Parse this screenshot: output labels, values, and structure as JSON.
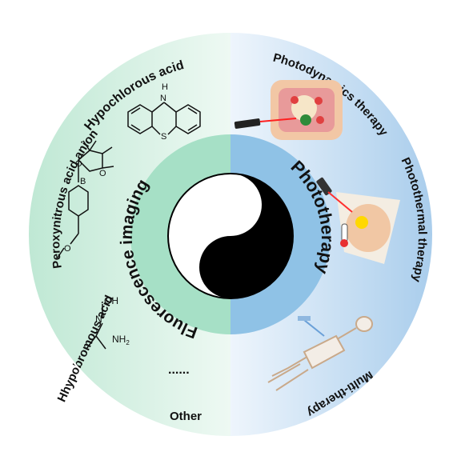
{
  "left": {
    "center_title": "Fluorescence imaging",
    "analytes": [
      "Hypochlorous acid",
      "Peroxynitrous acid anion",
      "Hhypobromous acid",
      "Other"
    ],
    "ellipsis": "......"
  },
  "right": {
    "center_title": "Phototherapy",
    "therapies": [
      "Photodynamics therapy",
      "Photothermal therapy",
      "Multi-therapy"
    ]
  },
  "chem_labels": {
    "phenothiazine_h": "H",
    "phenothiazine_n": "N",
    "phenothiazine_s": "S",
    "boronate_b": "B",
    "boronate_o1": "O",
    "boronate_o2": "O",
    "methoxy_o": "O",
    "oxime_oh": "OH",
    "oxime_n": "N",
    "amide_nh2": "NH",
    "amide_sub": "2"
  },
  "colors": {
    "left_bg": "#d8f1e5",
    "right_bg": "#cfe4f5",
    "inner_left": "#a6e0c6",
    "inner_right": "#8fc2e6"
  }
}
